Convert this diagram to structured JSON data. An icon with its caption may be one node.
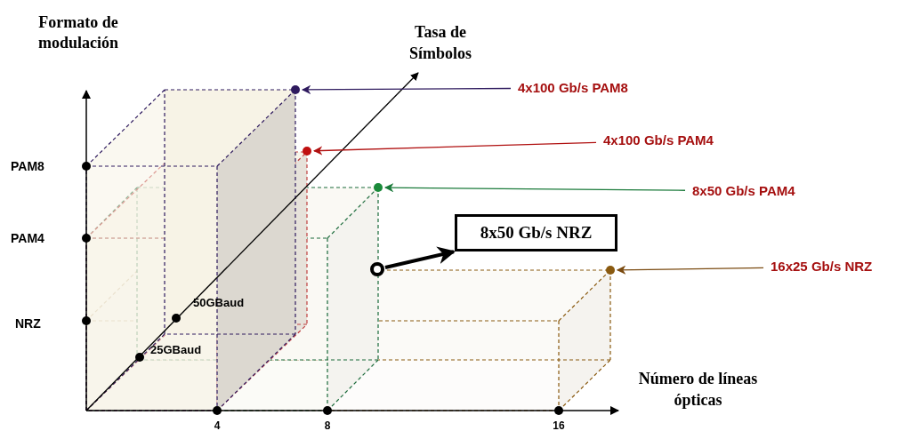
{
  "diagram": {
    "nodes": [
      {
        "text": [
          "4x100 Gb/s PAM8"
        ]
      },
      {
        "text": [],
        "shape": "circle"
      },
      {
        "text": [
          "4x100 Gb/s PAM4"
        ]
      },
      {
        "text": [],
        "shape": "circle"
      },
      {
        "text": [
          "8x50 Gb/s PAM4"
        ]
      },
      {
        "text": [],
        "shape": "circle"
      },
      {
        "text": [
          "8x50 Gb/s NRZ"
        ]
      },
      {
        "text": [],
        "shape": "circle"
      },
      {
        "text": [
          "16x25 Gb/s NRZ"
        ]
      },
      {
        "text": [],
        "shape": "circle"
      }
    ],
    "edges": [
      {
        "from": 0,
        "to": 1,
        "arrow": "to",
        "color": "#2e1a5e"
      },
      {
        "from": 2,
        "to": 3,
        "arrow": "to",
        "color": "#b01010"
      },
      {
        "from": 4,
        "to": 5,
        "arrow": "to",
        "color": "#1a7a3a"
      },
      {
        "from": 7,
        "to": 6,
        "arrow": "to",
        "color": "#000000",
        "style": "thick"
      },
      {
        "from": 8,
        "to": 9,
        "arrow": "to",
        "color": "#7a4a10"
      }
    ],
    "labels": [
      "Formato de modulación",
      "Tasa de Símbolos",
      "PAM8",
      "PAM4",
      "NRZ",
      "50GBaud",
      "25GBaud",
      "Número de líneas ópticas",
      "4",
      "8",
      "16"
    ]
  }
}
